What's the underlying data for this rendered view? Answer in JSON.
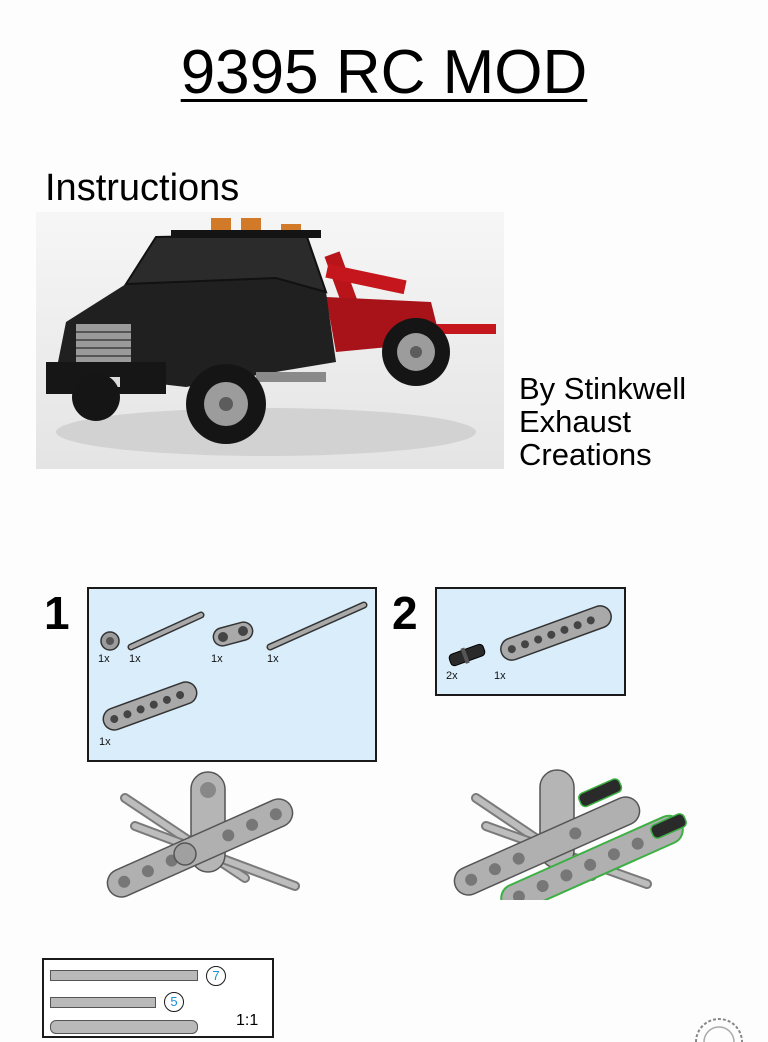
{
  "header": {
    "title": "9395 RC MOD"
  },
  "intro": {
    "subtitle": "Instructions",
    "credit_lines": [
      "By Stinkwell",
      "Exhaust",
      "Creations"
    ]
  },
  "steps": [
    {
      "number": "1",
      "parts": [
        {
          "icon": "bush-icon",
          "qty": "1x"
        },
        {
          "icon": "axle-icon",
          "qty": "1x"
        },
        {
          "icon": "cross-block-icon",
          "qty": "1x"
        },
        {
          "icon": "long-axle-icon",
          "qty": "1x"
        },
        {
          "icon": "liftarm-icon",
          "qty": "1x"
        }
      ]
    },
    {
      "number": "2",
      "parts": [
        {
          "icon": "pin-icon",
          "qty": "2x"
        },
        {
          "icon": "liftarm-icon",
          "qty": "1x"
        }
      ]
    }
  ],
  "gauge": {
    "markers": [
      "7",
      "5"
    ],
    "scale": "1:1"
  },
  "colors": {
    "part_box_bg": "#d9edfb",
    "brick_gray": "#a9a9a9",
    "truck_black": "#1e1e1e",
    "truck_red": "#c4161c",
    "new_part_outline": "#3cb043",
    "marker_number": "#1a8fd8"
  }
}
